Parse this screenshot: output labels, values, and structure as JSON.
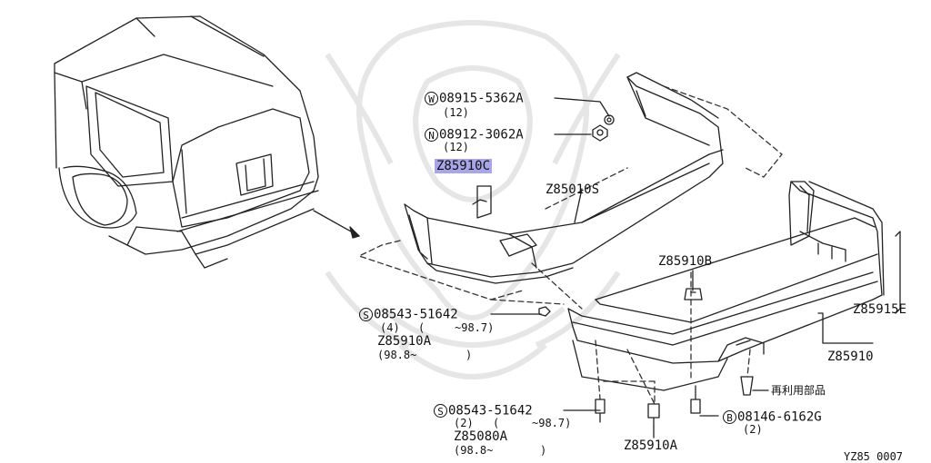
{
  "parts": {
    "washer": {
      "prefix": "W",
      "number": "08915-5362A",
      "qty": "(12)"
    },
    "nut": {
      "prefix": "N",
      "number": "08912-3062A",
      "qty": "(12)"
    },
    "clip_c": {
      "number": "Z85910C"
    },
    "bumper_upper": {
      "number": "Z85010S"
    },
    "clip_b": {
      "number": "Z85910B"
    },
    "bumper_e": {
      "number": "Z85915E"
    },
    "bumper_lower": {
      "number": "Z85910"
    },
    "screw_a": {
      "prefix": "S",
      "number": "08543-51642",
      "qty": "(4)",
      "paren": "(",
      "range": "~98.7)",
      "alt": "Z85910A",
      "alt_range": "(98.8~",
      "alt_close": ")"
    },
    "screw_b": {
      "prefix": "S",
      "number": "08543-51642",
      "qty": "(2)",
      "paren": "(",
      "range": "~98.7)",
      "alt": "Z85080A",
      "alt_range": "(98.8~",
      "alt_close": ")"
    },
    "bolt": {
      "prefix": "B",
      "number": "08146-6162G",
      "qty": "(2)"
    },
    "clip_a": {
      "number": "Z85910A"
    },
    "reuse": {
      "label": "再利用部品"
    }
  },
  "diagram_code": "YZ85 0007",
  "colors": {
    "line": "#222222",
    "highlight": "#a8a6e8",
    "watermark": "#e6e6e6"
  }
}
